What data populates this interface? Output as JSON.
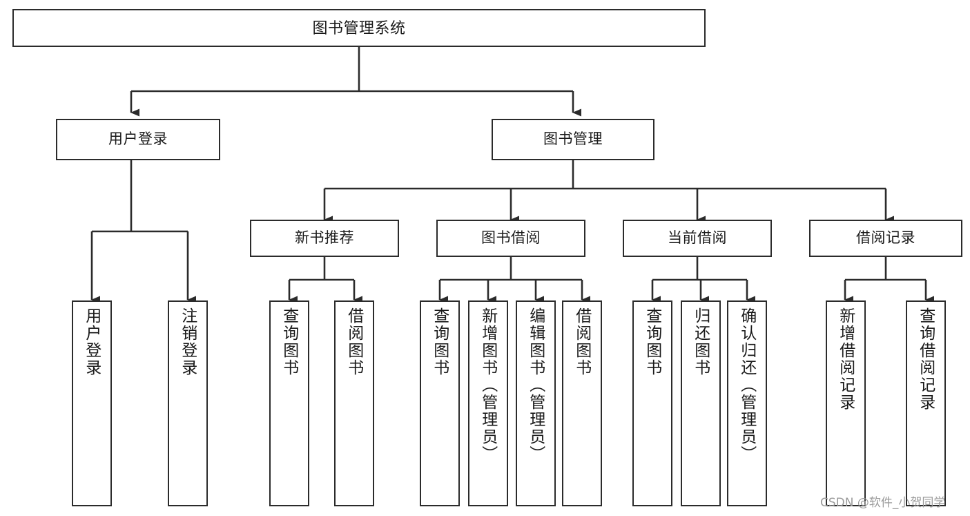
{
  "diagram": {
    "type": "tree-hierarchy",
    "title": "图书管理系统",
    "watermark": "CSDN @软件_小贺同学",
    "colors": {
      "border": "#2b2b2b",
      "background": "#ffffff",
      "text": "#1a1a1a",
      "watermark": "#9b9b9b"
    },
    "nodes": {
      "root": {
        "label": "图书管理系统"
      },
      "level2": [
        {
          "id": "user-login",
          "label": "用户登录"
        },
        {
          "id": "book-management",
          "label": "图书管理"
        }
      ],
      "level3": [
        {
          "id": "new-book-recommend",
          "label": "新书推荐"
        },
        {
          "id": "book-borrow",
          "label": "图书借阅"
        },
        {
          "id": "current-borrow",
          "label": "当前借阅"
        },
        {
          "id": "borrow-record",
          "label": "借阅记录"
        }
      ],
      "leaves": {
        "user-login": [
          {
            "id": "leaf-user-login",
            "label": "用户登录"
          },
          {
            "id": "leaf-logout",
            "label": "注销登录"
          }
        ],
        "new-book-recommend": [
          {
            "id": "leaf-query-book-1",
            "label": "查询图书"
          },
          {
            "id": "leaf-borrow-book-1",
            "label": "借阅图书"
          }
        ],
        "book-borrow": [
          {
            "id": "leaf-query-book-2",
            "label": "查询图书"
          },
          {
            "id": "leaf-add-book",
            "label": "新增图书（管理员）"
          },
          {
            "id": "leaf-edit-book",
            "label": "编辑图书（管理员）"
          },
          {
            "id": "leaf-borrow-book-2",
            "label": "借阅图书"
          }
        ],
        "current-borrow": [
          {
            "id": "leaf-query-book-3",
            "label": "查询图书"
          },
          {
            "id": "leaf-return-book",
            "label": "归还图书"
          },
          {
            "id": "leaf-confirm-return",
            "label": "确认归还（管理员）"
          }
        ],
        "borrow-record": [
          {
            "id": "leaf-add-record",
            "label": "新增借阅记录"
          },
          {
            "id": "leaf-query-record",
            "label": "查询借阅记录"
          }
        ]
      }
    }
  }
}
